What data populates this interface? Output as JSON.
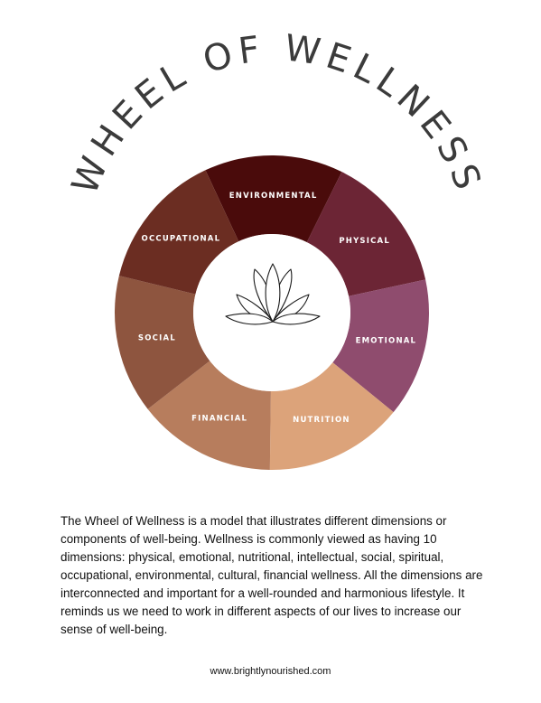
{
  "title": "WHEEL OF WELLNESS",
  "segments": [
    {
      "label": "ENVIRONMENTAL",
      "color": "#4a0b0b"
    },
    {
      "label": "PHYSICAL",
      "color": "#6c2535"
    },
    {
      "label": "EMOTIONAL",
      "color": "#8f4c6e"
    },
    {
      "label": "NUTRITION",
      "color": "#dca37a"
    },
    {
      "label": "FINANCIAL",
      "color": "#b77d5d"
    },
    {
      "label": "SOCIAL",
      "color": "#8e553f"
    },
    {
      "label": "OCCUPATIONAL",
      "color": "#6b2d22"
    }
  ],
  "center_icon": "lotus-icon",
  "description": "The Wheel of Wellness is a model that illustrates different dimensions or components of well-being. Wellness is commonly viewed as having 10 dimensions: physical, emotional, nutritional, intellectual, social, spiritual, occupational, environmental, cultural, financial wellness. All the dimensions are interconnected and important for a well-rounded and harmonious lifestyle. It reminds us we need to work in different aspects of our lives to increase our sense of well-being.",
  "website": "www.brightlynourished.com"
}
